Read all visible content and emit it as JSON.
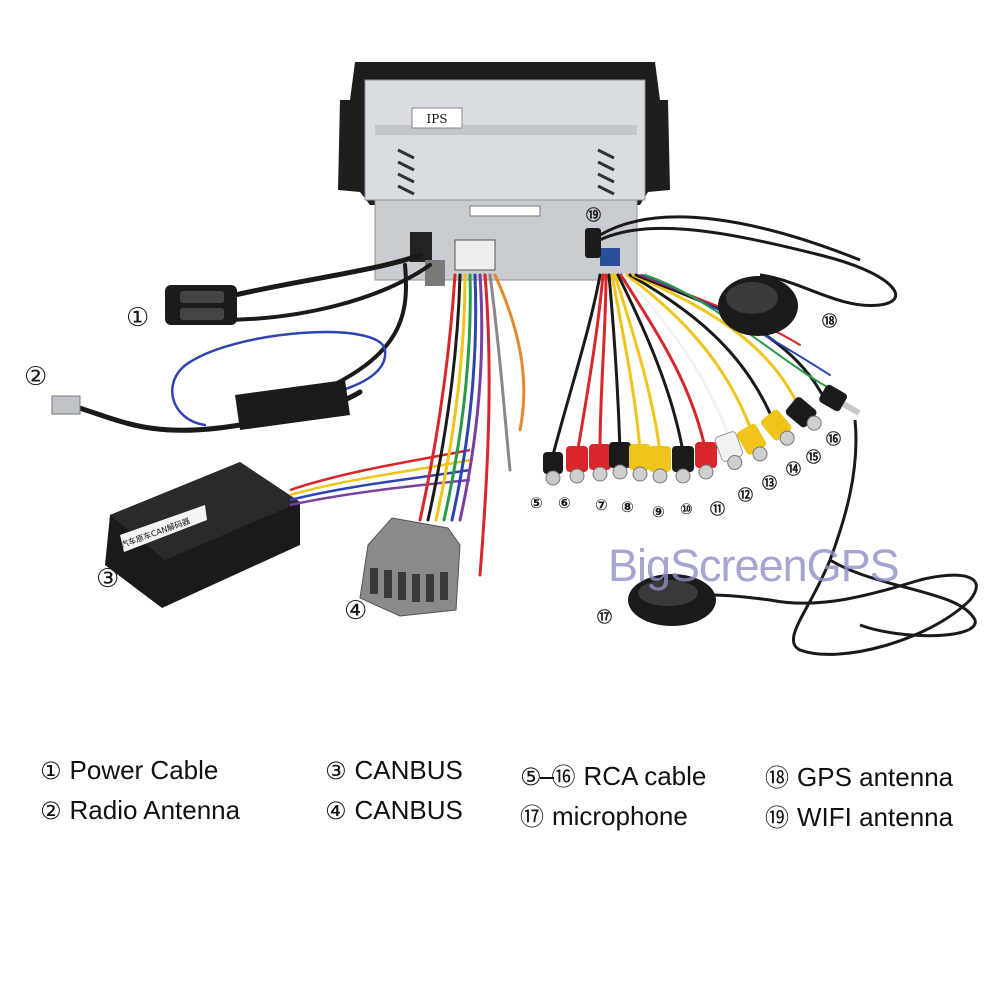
{
  "callouts": {
    "c1": "①",
    "c2": "②",
    "c3": "③",
    "c4": "④",
    "c5": "⑤",
    "c6": "⑥",
    "c7": "⑦",
    "c8": "⑧",
    "c9": "⑨",
    "c10": "⑩",
    "c11": "⑪",
    "c12": "⑫",
    "c13": "⑬",
    "c14": "⑭",
    "c15": "⑮",
    "c16": "⑯",
    "c17": "⑰",
    "c18": "⑱",
    "c19": "⑲"
  },
  "unit_label": "IPS",
  "canbus_box_label": "汽车原车CAN解码器",
  "watermark": "BigScreenGPS",
  "legend": {
    "power": {
      "sym": "①",
      "label": "Power Cable"
    },
    "radio": {
      "sym": "②",
      "label": "Radio Antenna"
    },
    "canbus3": {
      "sym": "③",
      "label": "CANBUS"
    },
    "canbus4": {
      "sym": "④",
      "label": "CANBUS"
    },
    "rca": {
      "sym_start": "⑤",
      "sym_end": "⑯",
      "label": "RCA cable"
    },
    "mic": {
      "sym": "⑰",
      "label": "microphone"
    },
    "gps": {
      "sym": "⑱",
      "label": "GPS antenna"
    },
    "wifi": {
      "sym": "⑲",
      "label": "WIFI antenna"
    }
  },
  "colors": {
    "rca_red": "#d8262a",
    "rca_yellow": "#f0c419",
    "rca_white": "#f2f2f2",
    "rca_black": "#1b1b1b",
    "canbus_gray": "#8a8a8a",
    "frame_black": "#1e1e1e"
  }
}
